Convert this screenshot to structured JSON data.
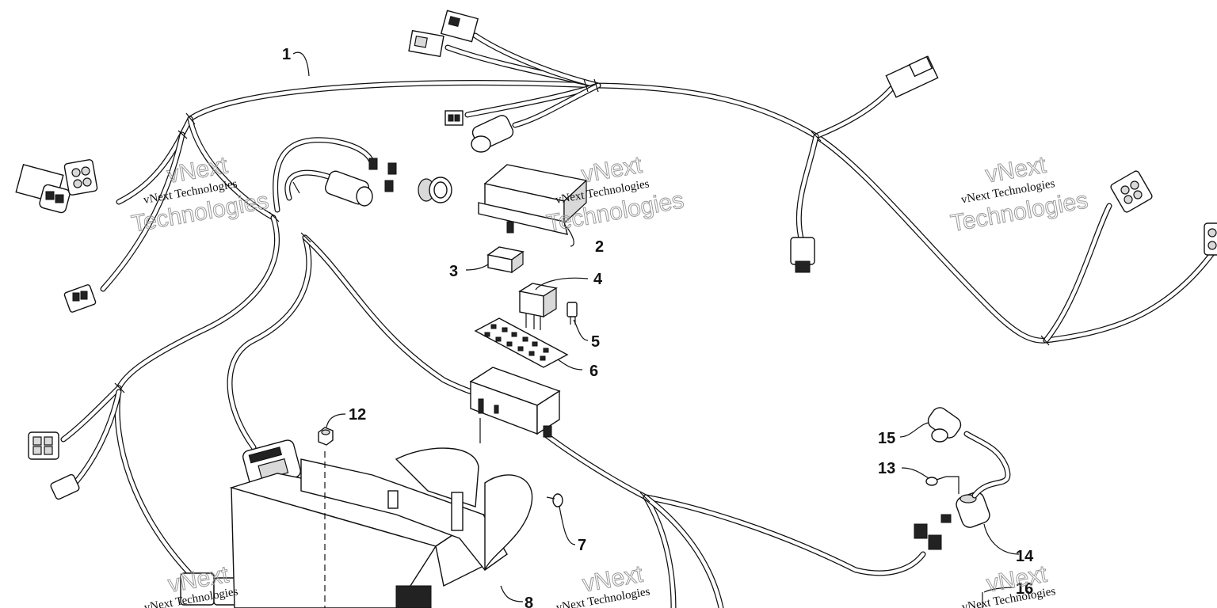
{
  "title": "",
  "watermark": {
    "company": "vNext Technologies",
    "brand_top": "vNext",
    "brand_bottom": "Technologies"
  },
  "callouts": [
    "1",
    "2",
    "3",
    "4",
    "5",
    "6",
    "7",
    "8",
    "12",
    "13",
    "14",
    "15",
    "16"
  ],
  "parts": [
    {
      "id": "1",
      "name": "wiring-harness"
    },
    {
      "id": "2",
      "name": "fuse-box-cover"
    },
    {
      "id": "3",
      "name": "relay-small"
    },
    {
      "id": "4",
      "name": "relay"
    },
    {
      "id": "5",
      "name": "fuse"
    },
    {
      "id": "6",
      "name": "fuse-label-sheet"
    },
    {
      "id": "7",
      "name": "rivet"
    },
    {
      "id": "8",
      "name": "mounting-bracket"
    },
    {
      "id": "12",
      "name": "nut"
    },
    {
      "id": "13",
      "name": "screw"
    },
    {
      "id": "14",
      "name": "ignition-coil"
    },
    {
      "id": "15",
      "name": "spark-plug-cap"
    },
    {
      "id": "16",
      "name": "ground-wire"
    }
  ],
  "colors": {
    "line": "#111111",
    "background": "#ffffff",
    "watermark_outline": "#9a9a9a"
  }
}
